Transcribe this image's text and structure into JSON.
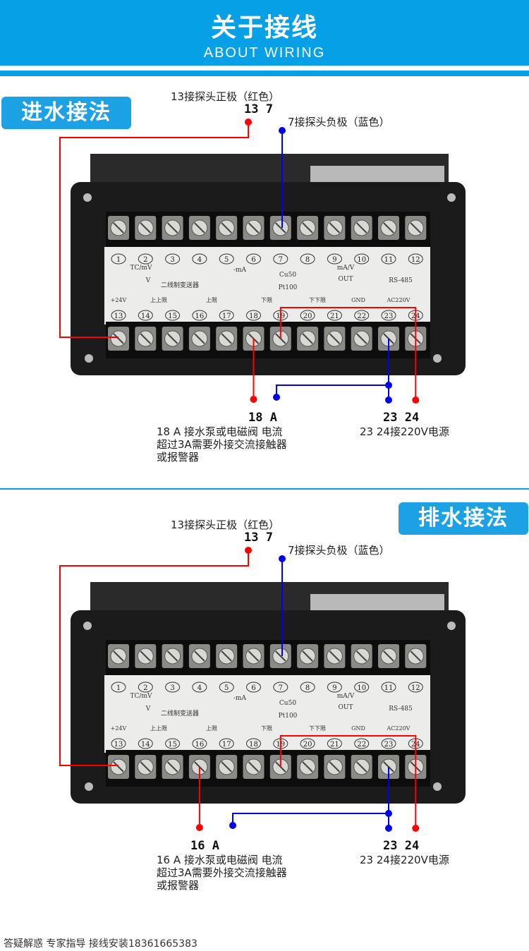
{
  "header": {
    "title": "关于接线",
    "subtitle": "ABOUT WIRING"
  },
  "colors": {
    "accent": "#05a0e6",
    "red_wire": "#ff0000",
    "blue_wire": "#0000ee"
  },
  "panel": {
    "top_numbers": [
      "1",
      "2",
      "3",
      "4",
      "5",
      "6",
      "7",
      "8",
      "9",
      "10",
      "11",
      "12"
    ],
    "bottom_numbers": [
      "13",
      "14",
      "15",
      "16",
      "17",
      "18",
      "19",
      "20",
      "21",
      "22",
      "23",
      "24"
    ],
    "top_labels": [
      "TC/mV",
      "V",
      "-mA",
      "Cu50",
      "Pt100",
      "二线制变送器",
      "mA/V",
      "OUT",
      "RS-485"
    ],
    "bottom_labels": [
      "+24V",
      "上上限",
      "上限",
      "下限",
      "下下限",
      "GND",
      "AC220V"
    ]
  },
  "sections": [
    {
      "badge": "进水接法",
      "probe_pos": "13接探头正极（红色）",
      "probe_nums": "13  7",
      "probe_neg": "7接探头负极（蓝色）",
      "out_nums": "18 A",
      "out_desc": [
        "18 A 接水泵或电磁阀 电流",
        "超过3A需要外接交流接触器",
        "或报警器"
      ],
      "pwr_nums": "23 24",
      "pwr_desc": "23 24接220V电源",
      "out_terminal": 18
    },
    {
      "badge": "排水接法",
      "probe_pos": "13接探头正极（红色）",
      "probe_nums": "13  7",
      "probe_neg": "7接探头负极（蓝色）",
      "out_nums": "16   A",
      "out_desc": [
        "16 A 接水泵或电磁阀 电流",
        "超过3A需要外接交流接触器",
        "或报警器"
      ],
      "pwr_nums": "23 24",
      "pwr_desc": "23 24接220V电源",
      "out_terminal": 16
    }
  ],
  "footer": "答疑解惑 专家指导 接线安装18361665383"
}
